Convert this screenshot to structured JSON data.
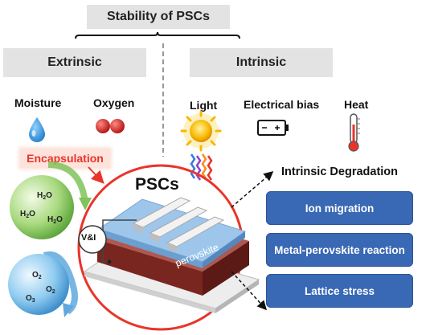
{
  "title": "Stability of PSCs",
  "categories": {
    "extrinsic": "Extrinsic",
    "intrinsic": "Intrinsic"
  },
  "factors": {
    "moisture": "Moisture",
    "oxygen": "Oxygen",
    "light": "Light",
    "electrical_bias": "Electrical bias",
    "heat": "Heat"
  },
  "encapsulation": "Encapsulation",
  "molecules": {
    "water": [
      "H2O",
      "H2O",
      "H2O"
    ],
    "oxygen": [
      "O2",
      "O2",
      "O3"
    ]
  },
  "device": {
    "title": "PSCs",
    "vi_label": "V&I",
    "layer_label": "perovskite"
  },
  "degradation": {
    "heading": "Intrinsic Degradation",
    "items": [
      "Ion migration",
      "Metal-perovskite reaction",
      "Lattice stress"
    ]
  },
  "colors": {
    "red": "#e8352a",
    "blue_box": "#3968b4",
    "gray_box": "#e3e3e3"
  }
}
